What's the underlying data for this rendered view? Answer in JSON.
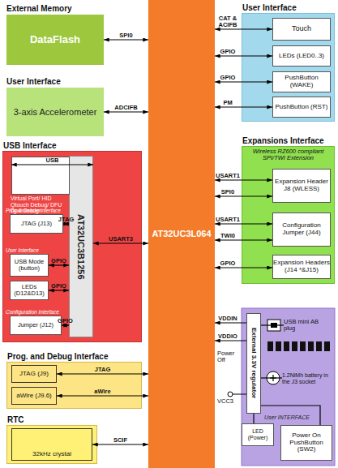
{
  "diagram": {
    "nodes": [
      {
        "text": [
          "External Memory",
          "DataFlash"
        ]
      },
      {
        "text": [
          "AT32UC3L064"
        ]
      },
      {
        "text": [
          "User Interface"
        ]
      },
      {
        "text": [
          "Touch"
        ],
        "in": 2
      },
      {
        "text": [
          "LEDs (LED0..3)"
        ],
        "in": 2
      },
      {
        "text": [
          "PushButton (WAKE)"
        ],
        "in": 2
      },
      {
        "text": [
          "PushButton (RST)"
        ],
        "in": 2
      },
      {
        "text": [
          "User Interface",
          "3-axis Accelerometer"
        ]
      },
      {
        "text": [
          "USB Interface"
        ]
      },
      {
        "text": [
          "AT32UC3B1256"
        ],
        "in": 8
      },
      {
        "text": [
          "Virtual Port/ HID Qtouch Debug/ DFU Downloader"
        ],
        "in": 8
      },
      {
        "text": [
          "Prog.& Debug Interface",
          "JTAG (J13)"
        ],
        "in": 8
      },
      {
        "text": [
          "User Interface",
          "USB Mode (button)"
        ],
        "in": 8
      },
      {
        "text": [
          "LEDs (D12&D13)"
        ],
        "in": 8
      },
      {
        "text": [
          "Configuration Interface",
          "Jumper (J12)"
        ],
        "in": 8
      },
      {
        "text": [
          "Prog. and Debug Interface"
        ]
      },
      {
        "text": [
          "JTAG (J9)"
        ],
        "in": 15
      },
      {
        "text": [
          "aWire (J9.6)"
        ],
        "in": 15
      },
      {
        "text": [
          "RTC"
        ]
      },
      {
        "text": [
          "32kHz crystal"
        ],
        "in": 18
      },
      {
        "text": [
          "Expansions Interface",
          "Wireless RZ600 compliant SPI/TWI Extension"
        ]
      },
      {
        "text": [
          "Expansion Header J8 (WLESS)"
        ],
        "in": 20
      },
      {
        "text": [
          "Configuration Jumper (J44)"
        ],
        "in": 20
      },
      {
        "text": [
          "Expansion Headers (J14 *&J15)"
        ],
        "in": 20
      },
      {
        "text": [
          "External 3.3V regulator"
        ]
      },
      {
        "text": [
          "USB mini AB plug"
        ]
      },
      {
        "text": [
          "1.2NiMh battery in the J3 socket"
        ]
      },
      {
        "text": [
          "LED (Power)"
        ]
      },
      {
        "text": [
          "Power On PushButton (SW2)"
        ]
      }
    ],
    "edges": [
      {
        "from": 0,
        "to": 1,
        "label": "SPI0",
        "arrow": "both"
      },
      {
        "from": 7,
        "to": 1,
        "label": "ADCIFB",
        "arrow": "both"
      },
      {
        "from": 10,
        "to": 9,
        "label": "USB",
        "arrow": "both"
      },
      {
        "from": 11,
        "to": 9,
        "label": "JTAG",
        "arrow": "both"
      },
      {
        "from": 12,
        "to": 9,
        "label": "GPIO",
        "arrow": "both"
      },
      {
        "from": 13,
        "to": 9,
        "label": "GPIO",
        "arrow": "both"
      },
      {
        "from": 14,
        "to": 9,
        "label": "GPIO",
        "arrow": "both"
      },
      {
        "from": 9,
        "to": 1,
        "label": "USART3",
        "arrow": "both"
      },
      {
        "from": 16,
        "to": 1,
        "label": "JTAG",
        "arrow": "both"
      },
      {
        "from": 17,
        "to": 1,
        "label": "aWire",
        "arrow": "both"
      },
      {
        "from": 19,
        "to": 1,
        "label": "SCIF",
        "arrow": "both"
      },
      {
        "from": 1,
        "to": 3,
        "label": "CAT & ACIFB",
        "arrow": "both"
      },
      {
        "from": 1,
        "to": 4,
        "label": "GPIO",
        "arrow": "both"
      },
      {
        "from": 1,
        "to": 5,
        "label": "GPIO",
        "arrow": "both"
      },
      {
        "from": 1,
        "to": 6,
        "label": "PM",
        "arrow": "both"
      },
      {
        "from": 1,
        "to": 21,
        "label": "USART1",
        "arrow": "both"
      },
      {
        "from": 1,
        "to": 21,
        "label": "SPI0",
        "arrow": "both"
      },
      {
        "from": 1,
        "to": 22,
        "label": "USART1",
        "arrow": "both"
      },
      {
        "from": 1,
        "to": 22,
        "label": "TWI0",
        "arrow": "both"
      },
      {
        "from": 1,
        "to": 23,
        "label": "GPIO",
        "arrow": "both"
      },
      {
        "from": 24,
        "to": 1,
        "label": "VDDIN",
        "arrow": "to"
      },
      {
        "from": 24,
        "to": 1,
        "label": "VDDIO",
        "arrow": "to"
      },
      {
        "from": 25,
        "to": 24,
        "arrow": "none"
      },
      {
        "from": 26,
        "to": 24,
        "arrow": "none"
      },
      {
        "from": 24,
        "to": 27,
        "arrow": "none"
      },
      {
        "from": 24,
        "to": 28,
        "arrow": "none"
      }
    ],
    "labels": [
      "Power Off",
      "VCC3",
      "User INTERFACE"
    ]
  }
}
